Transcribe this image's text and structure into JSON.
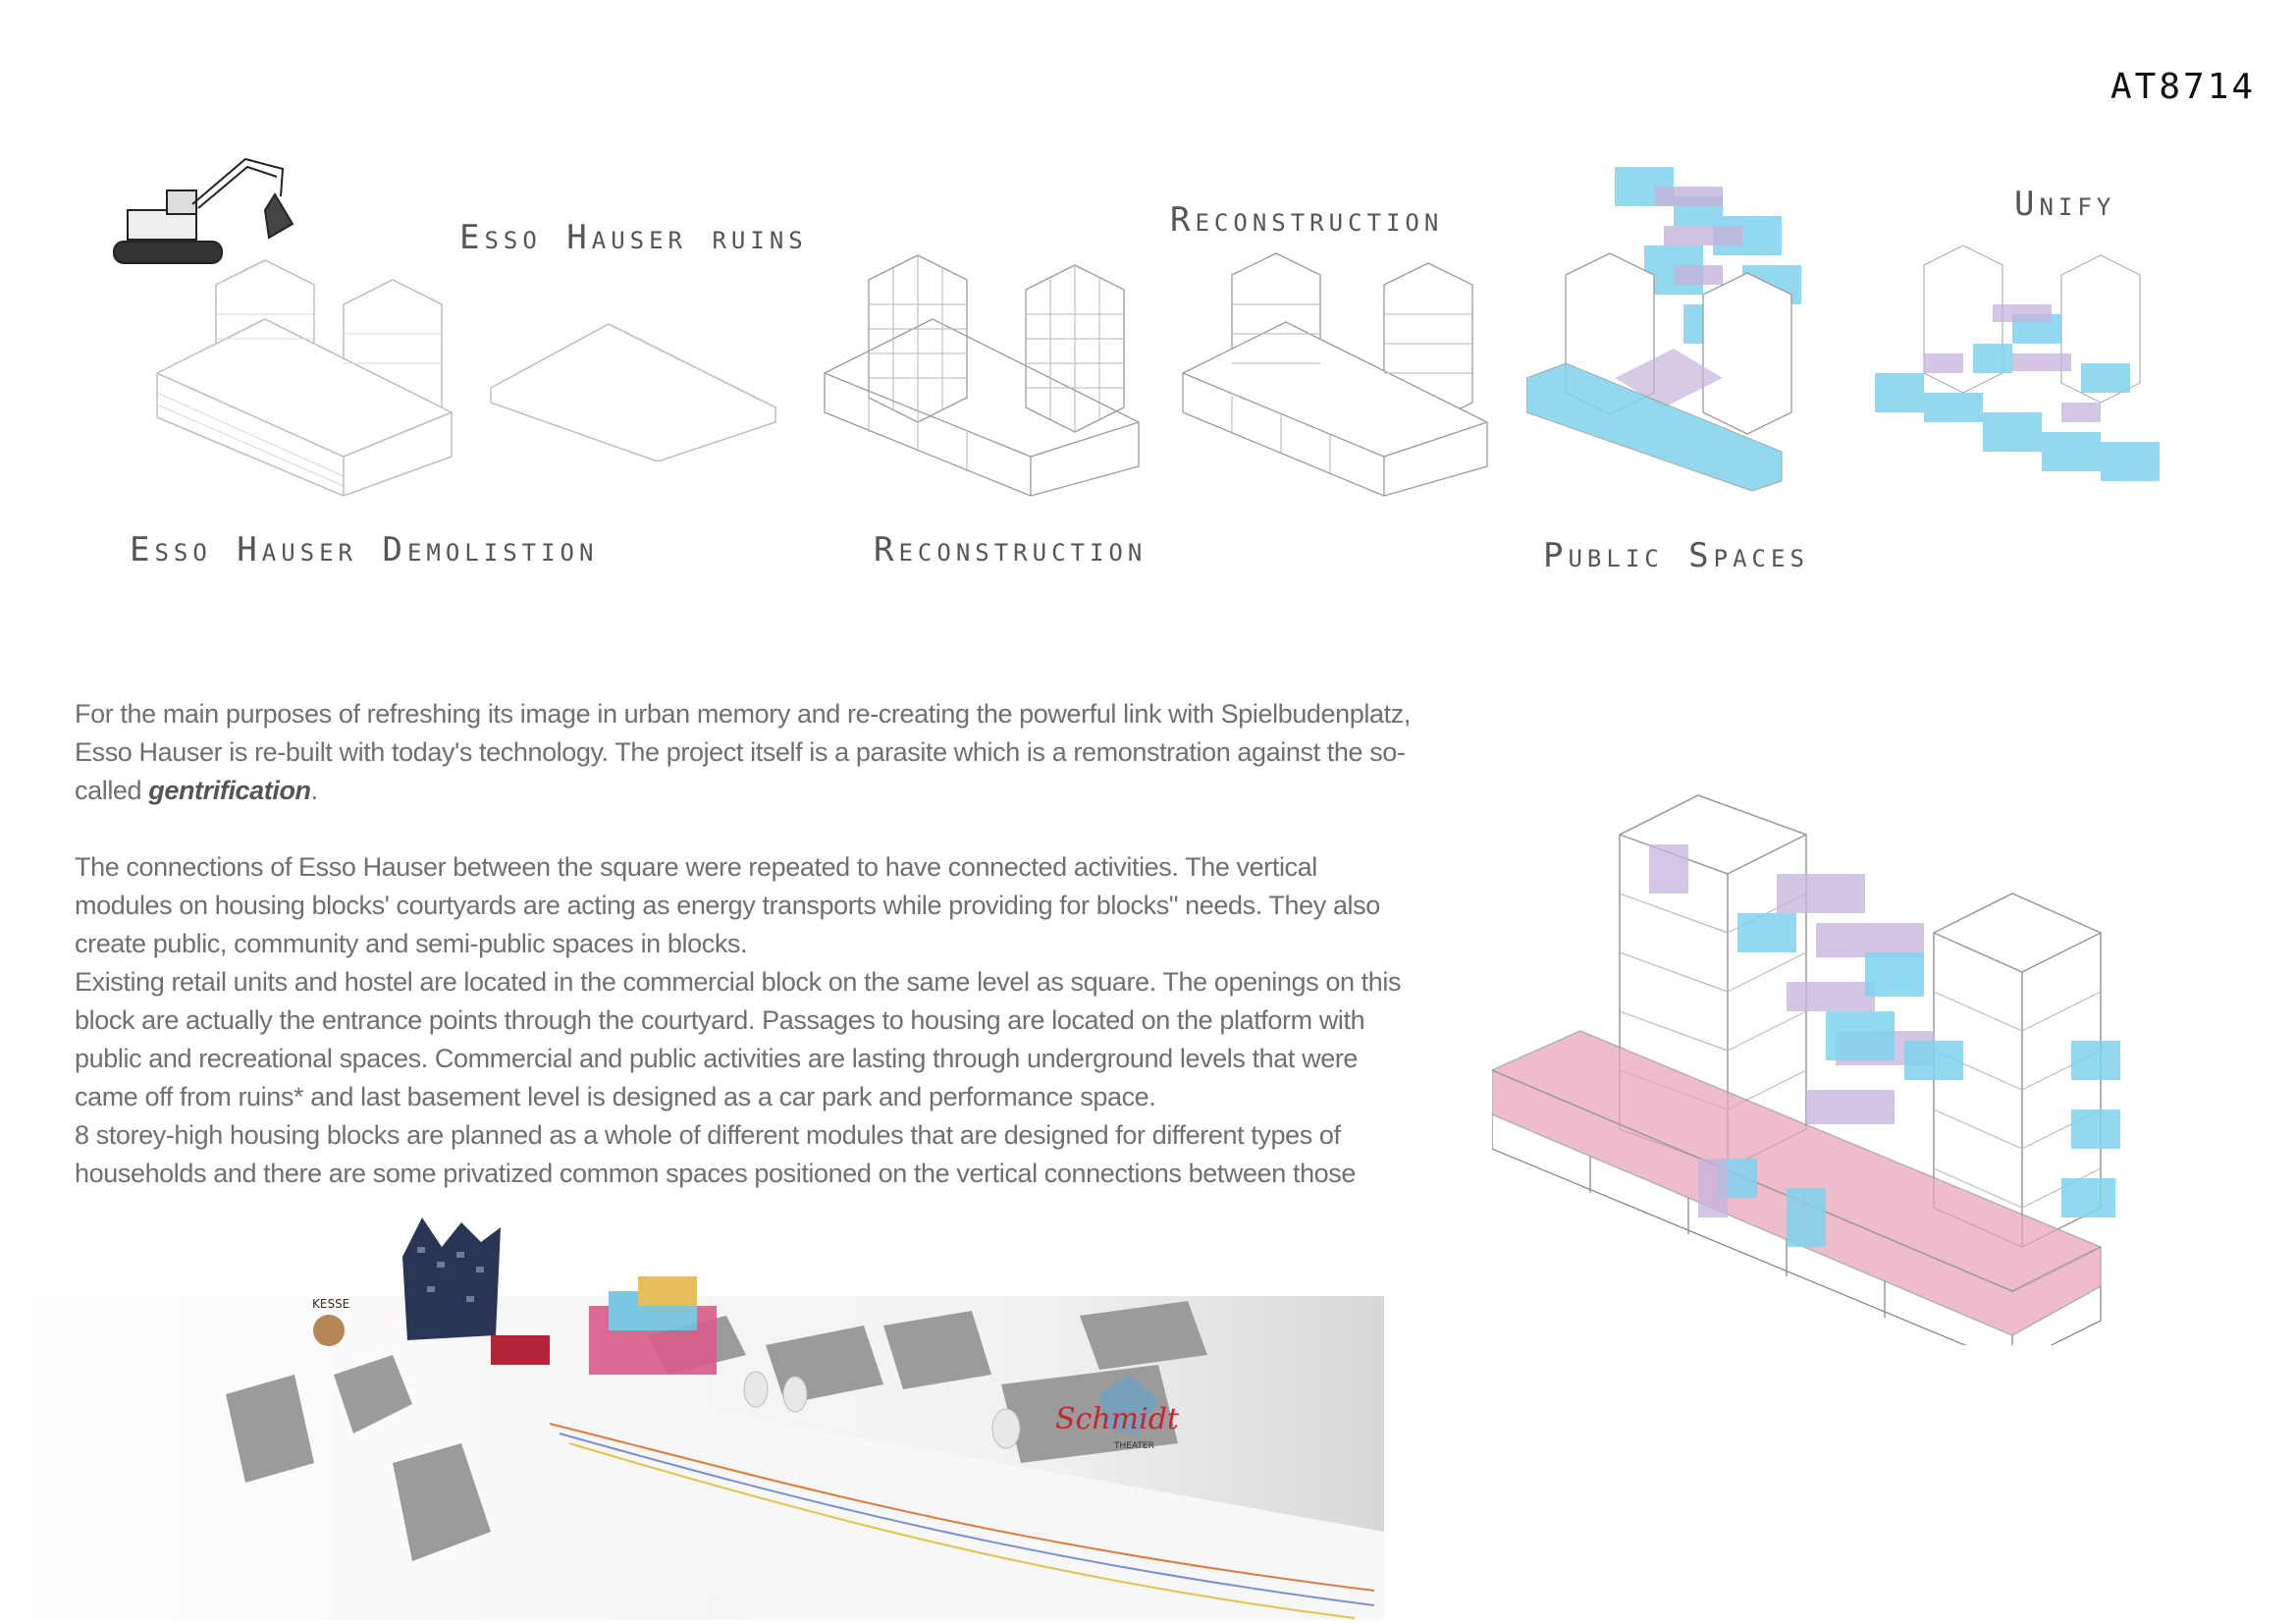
{
  "header": {
    "code": "AT8714"
  },
  "steps": {
    "demolition": "Esso Hauser Demolistion",
    "ruins": "Esso Hauser ruins",
    "reconstruction_a": "Reconstruction",
    "reconstruction_b": "Reconstruction",
    "public_spaces": "Public Spaces",
    "unify": "Unify"
  },
  "text": {
    "p1_a": "For the main purposes of refreshing its image in urban memory and re-creating the powerful link with Spielbudenplatz, Esso Hauser is re-built with today's technology. The project itself is a parasite which is a remonstration against the so-called ",
    "p1_em": "gentrification",
    "p1_b": ".",
    "p2": "The connections of Esso Hauser between the square were repeated to have connected activities. The vertical modules on housing blocks' courtyards are acting as energy transports while providing for blocks\" needs. They also create public, community and semi-public spaces in blocks.",
    "p3": "Existing retail units and hostel are located in the commercial block on the same level as square. The openings on this block are actually the entrance points through the courtyard. Passages to housing are located on the platform with public and recreational spaces. Commercial and public activities are lasting through underground levels that were came off from ruins* and last basement level is designed as a car park and performance space.",
    "p4": "8 storey-high housing blocks are planned as a whole of different modules that are designed for different types of households and there are some privatized common spaces positioned on the vertical connections between those"
  },
  "street_signs": {
    "schmidt": "Schmidt",
    "theater": "THEATER",
    "sign_left": "KESSE"
  },
  "colors": {
    "outline": "#9a9a9a",
    "public_blue": "#7fd3ee",
    "module_purple": "#c5b3dc",
    "commercial_pink": "#eaa6bb",
    "tower_navy": "#2a3556",
    "shadow_gray": "#9b9b9b"
  }
}
